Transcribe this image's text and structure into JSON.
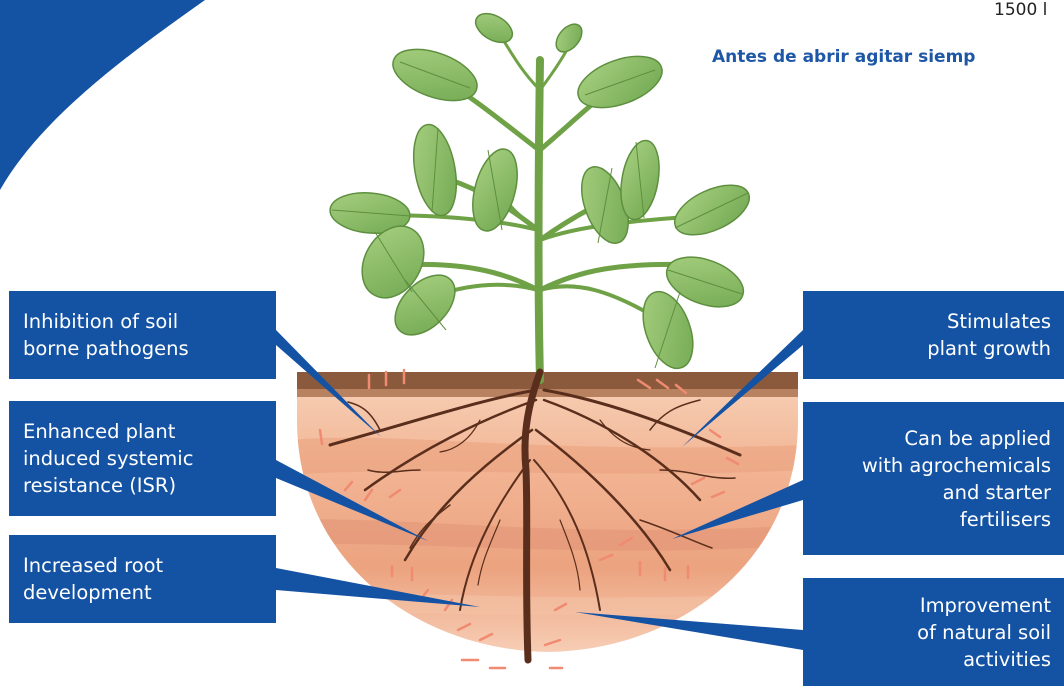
{
  "header": {
    "volume_text": "1500 l",
    "warning_text": "Antes de abrir agitar siemp"
  },
  "benefits": {
    "left": [
      {
        "lines": [
          "Inhibition of soil",
          "borne pathogens"
        ]
      },
      {
        "lines": [
          "Enhanced plant",
          "induced systemic",
          "resistance (ISR)"
        ]
      },
      {
        "lines": [
          "Increased root",
          "development"
        ]
      }
    ],
    "right": [
      {
        "lines": [
          "Stimulates",
          "plant growth"
        ]
      },
      {
        "lines": [
          "Can be applied",
          "with agrochemicals",
          "and starter",
          "fertilisers"
        ]
      },
      {
        "lines": [
          "Improvement",
          "of natural soil",
          "activities"
        ]
      }
    ]
  },
  "colors": {
    "label_box": "#1452a3",
    "brand_blue": "#1e57a6",
    "leaf": "#8cc26a",
    "stem": "#6fa246",
    "root": "#5a2e1c",
    "topsoil": "#8a5a3c",
    "soil": "#f2b89a",
    "arrows": "#f08a70"
  }
}
